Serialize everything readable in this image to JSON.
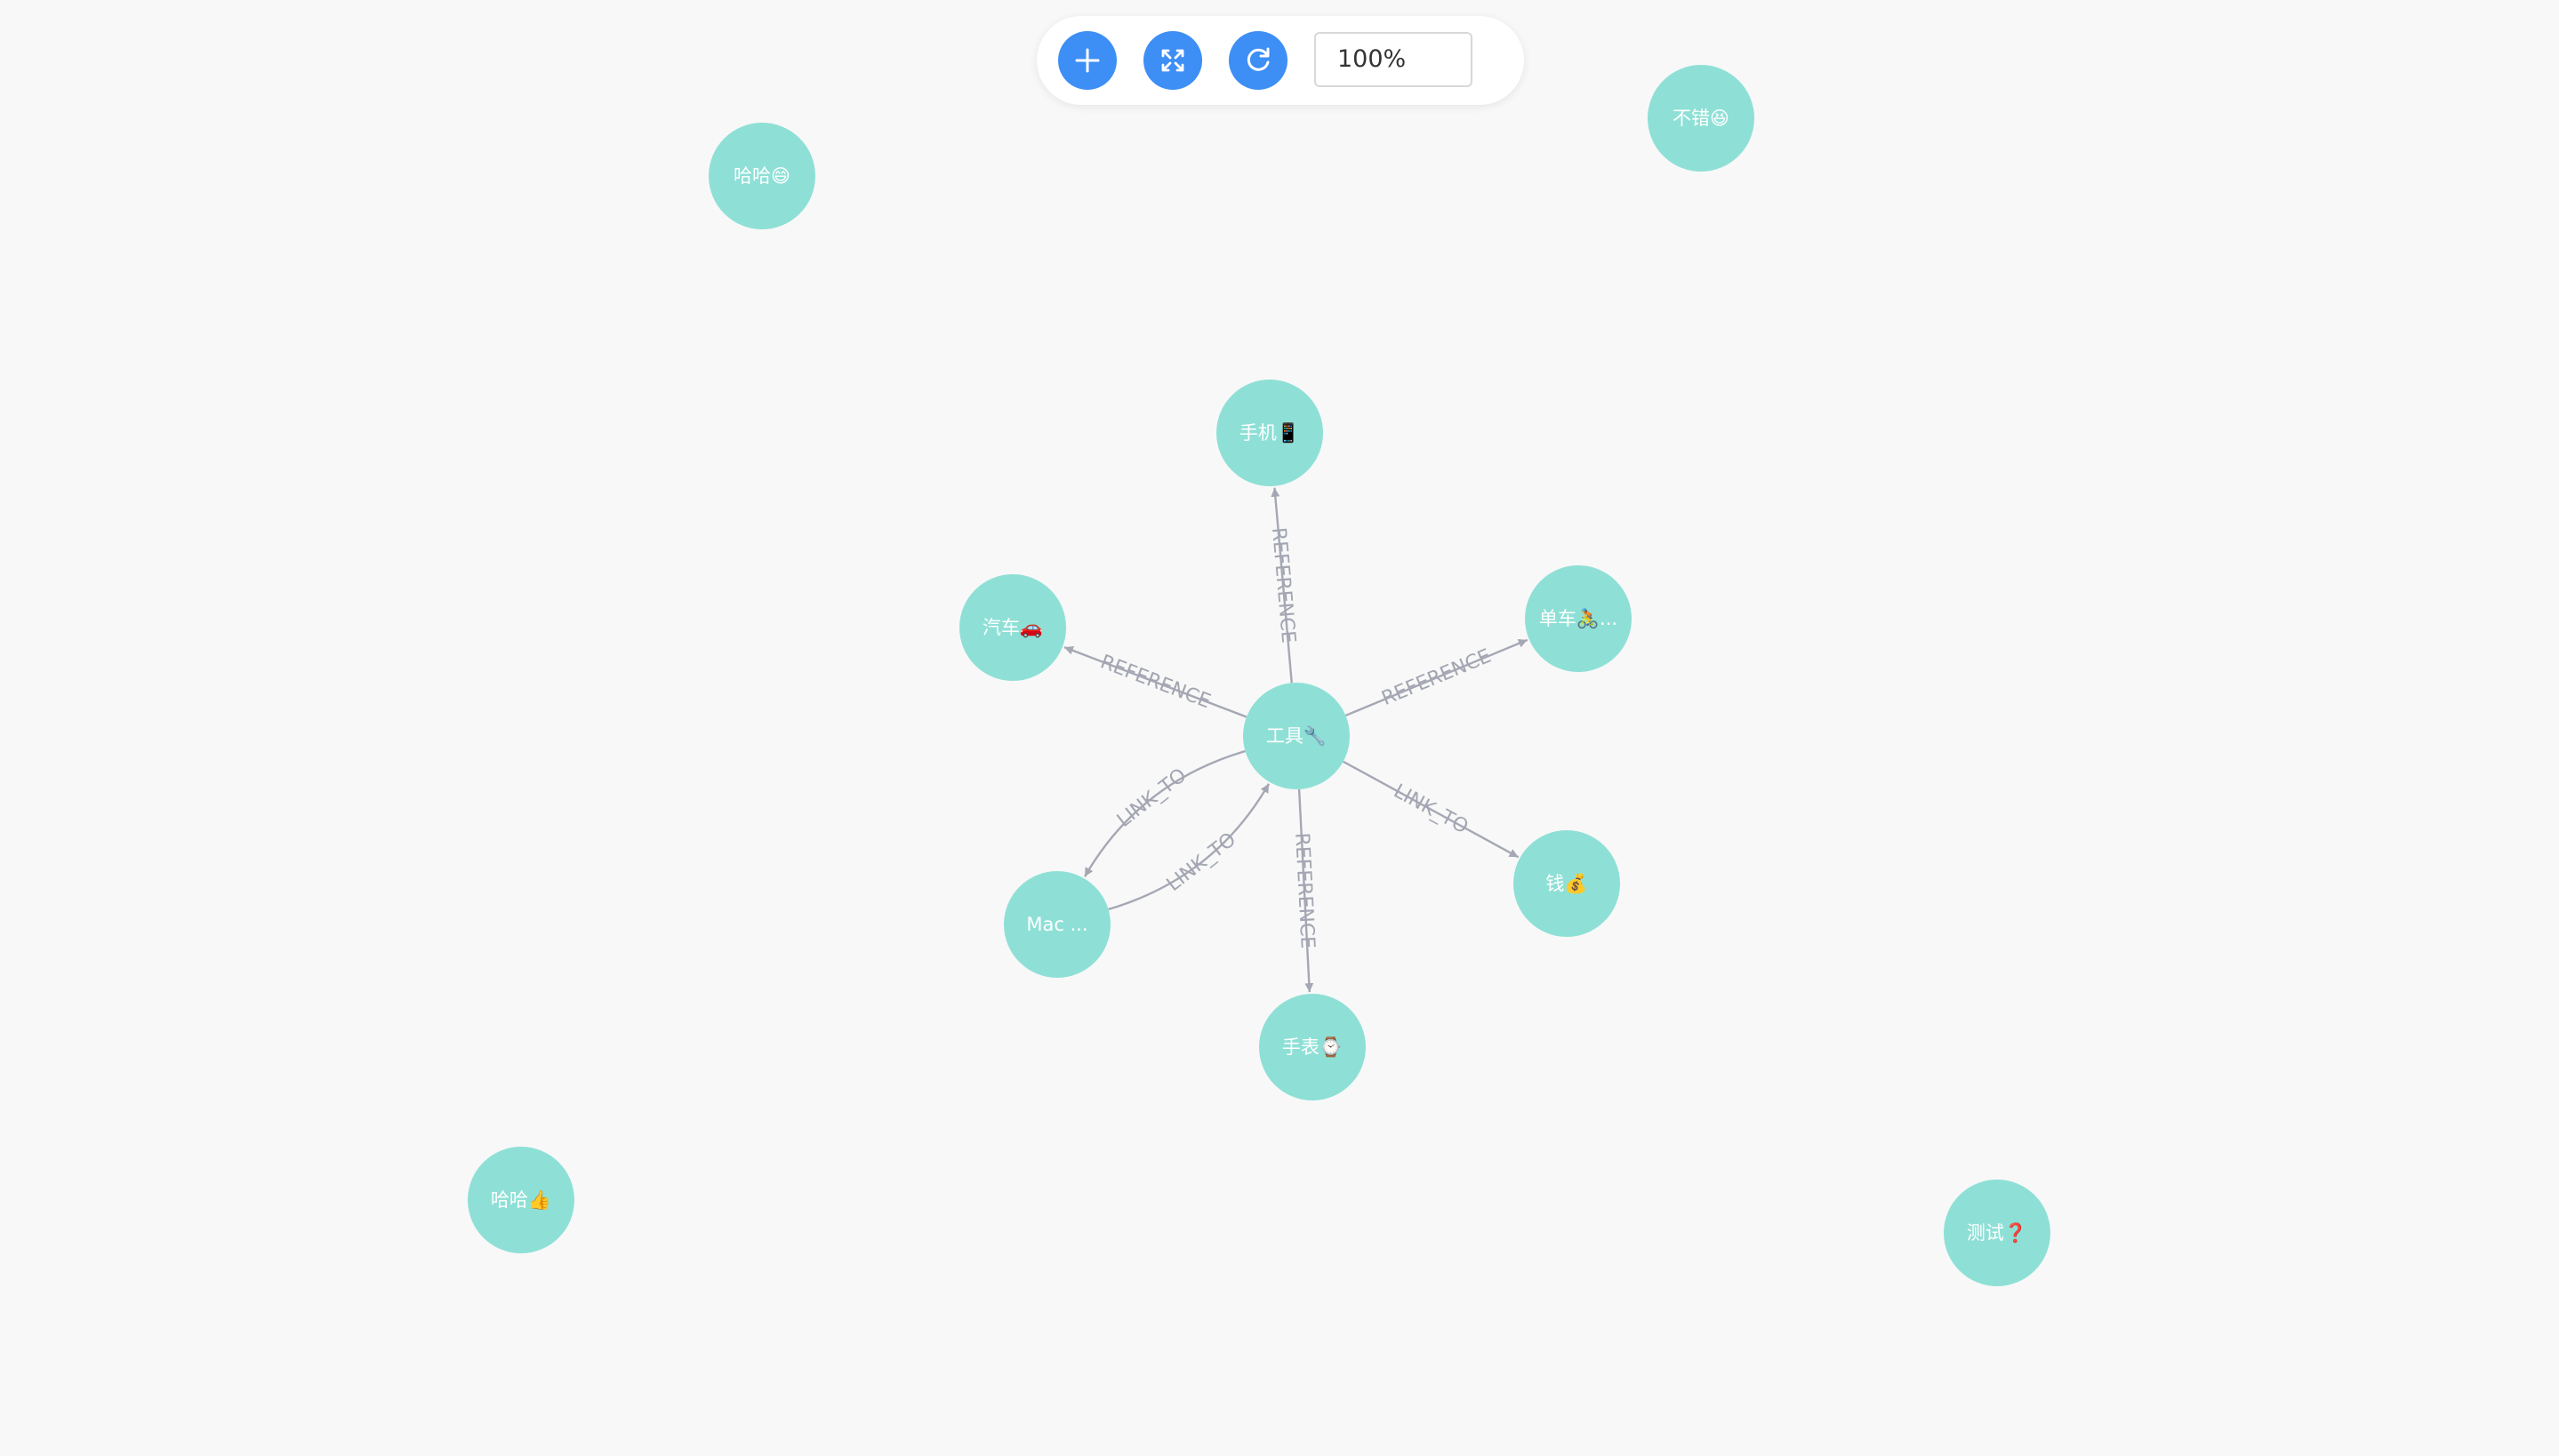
{
  "toolbar": {
    "add_icon": "plus-icon",
    "fit_icon": "fit-view-icon",
    "refresh_icon": "refresh-icon",
    "zoom_value": "100%"
  },
  "colors": {
    "background": "#f8f8f8",
    "node_fill": "#8ee0d6",
    "node_text": "#ffffff",
    "edge": "#a5a8b4",
    "button": "#3d8ef5"
  },
  "nodes": [
    {
      "id": "tool",
      "label": "工具🔧"
    },
    {
      "id": "phone",
      "label": "手机📱"
    },
    {
      "id": "car",
      "label": "汽车🚗"
    },
    {
      "id": "bike",
      "label": "单车🚴..."
    },
    {
      "id": "money",
      "label": "钱💰"
    },
    {
      "id": "watch",
      "label": "手表⌚"
    },
    {
      "id": "mac",
      "label": "Mac ..."
    },
    {
      "id": "haha1",
      "label": "哈哈😄"
    },
    {
      "id": "good",
      "label": "不错😆"
    },
    {
      "id": "haha2",
      "label": "哈哈👍"
    },
    {
      "id": "test",
      "label": "测试❓"
    }
  ],
  "edges": [
    {
      "source": "tool",
      "target": "phone",
      "label": "REFERENCE"
    },
    {
      "source": "tool",
      "target": "car",
      "label": "REFERENCE"
    },
    {
      "source": "tool",
      "target": "bike",
      "label": "REFERENCE"
    },
    {
      "source": "tool",
      "target": "money",
      "label": "LINK_TO"
    },
    {
      "source": "tool",
      "target": "watch",
      "label": "REFERENCE"
    },
    {
      "source": "tool",
      "target": "mac",
      "label": "LINK_TO"
    },
    {
      "source": "mac",
      "target": "tool",
      "label": "LINK_TO"
    }
  ]
}
